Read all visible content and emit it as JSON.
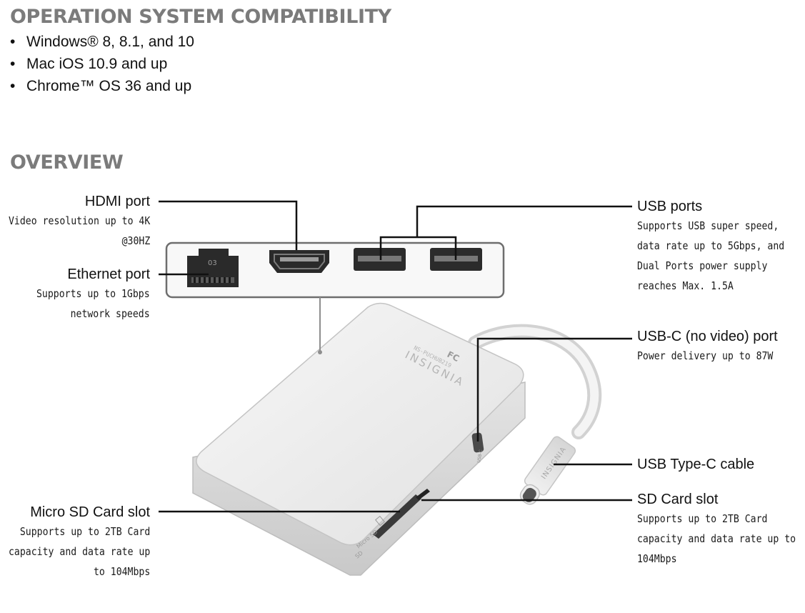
{
  "os_section": {
    "title": "OPERATION SYSTEM COMPATIBILITY",
    "items": [
      "Windows® 8, 8.1, and 10",
      "Mac iOS 10.9 and up",
      "Chrome™ OS 36 and up"
    ]
  },
  "overview": {
    "title": "OVERVIEW"
  },
  "callouts": {
    "hdmi": {
      "title": "HDMI port",
      "desc": [
        "Video resolution up to 4K",
        "@30HZ"
      ]
    },
    "ethernet": {
      "title": "Ethernet port",
      "desc": [
        "Supports up to 1Gbps",
        "network speeds"
      ]
    },
    "usb": {
      "title": "USB ports",
      "desc": [
        "Supports USB super speed,",
        "data rate up to 5Gbps, and",
        "Dual Ports power supply",
        "reaches Max. 1.5A"
      ]
    },
    "usbc": {
      "title": "USB-C (no video) port",
      "desc": [
        "Power delivery up to 87W"
      ]
    },
    "cable": {
      "title": "USB Type-C cable"
    },
    "sd": {
      "title": "SD Card slot",
      "desc": [
        "Supports up to 2TB Card",
        "capacity and data rate up to",
        "104Mbps"
      ]
    },
    "microsd": {
      "title": "Micro SD Card slot",
      "desc": [
        "Supports up to 2TB Card",
        "capacity and data rate up",
        "to 104Mbps"
      ]
    }
  },
  "device": {
    "brand": "INSIGNIA",
    "model": "NS-PUCHUB219",
    "fcc": "FC",
    "ethernet_port_mark": "03",
    "usbc_port_mark": "USB-C",
    "cable_brand": "INSIGNIA",
    "microsd_mark": "Micro SD",
    "sd_mark": "SD"
  },
  "colors": {
    "heading": "#7b7b7b",
    "line": "#111111"
  }
}
